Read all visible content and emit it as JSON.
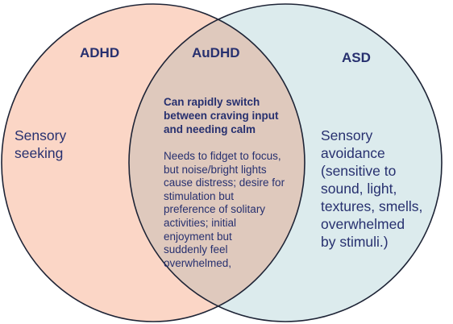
{
  "colors": {
    "text": "#27306f",
    "adhd_fill": "#fbd6c6",
    "asd_fill": "#dcebed",
    "overlap_fill": "#dfc9bd",
    "outline": "#1e2436"
  },
  "sets": {
    "adhd": {
      "title": "ADHD",
      "desc_lines": [
        "Sensory",
        "seeking"
      ]
    },
    "asd": {
      "title": "ASD",
      "desc_lines": [
        "Sensory",
        "avoidance",
        "(sensitive to",
        "sound, light,",
        "textures, smells,",
        "overwhelmed",
        "by stimuli.)"
      ]
    },
    "overlap": {
      "title": "AuDHD",
      "heading_lines": [
        "Can rapidly switch",
        "between craving input",
        "and needing calm"
      ],
      "body_lines": [
        "Needs to fidget to focus,",
        "but noise/bright lights",
        "cause distress; desire for",
        "stimulation but",
        "preference of solitary",
        "activities; initial",
        "enjoyment but",
        "suddenly feel",
        "overwhelmed,"
      ]
    }
  }
}
